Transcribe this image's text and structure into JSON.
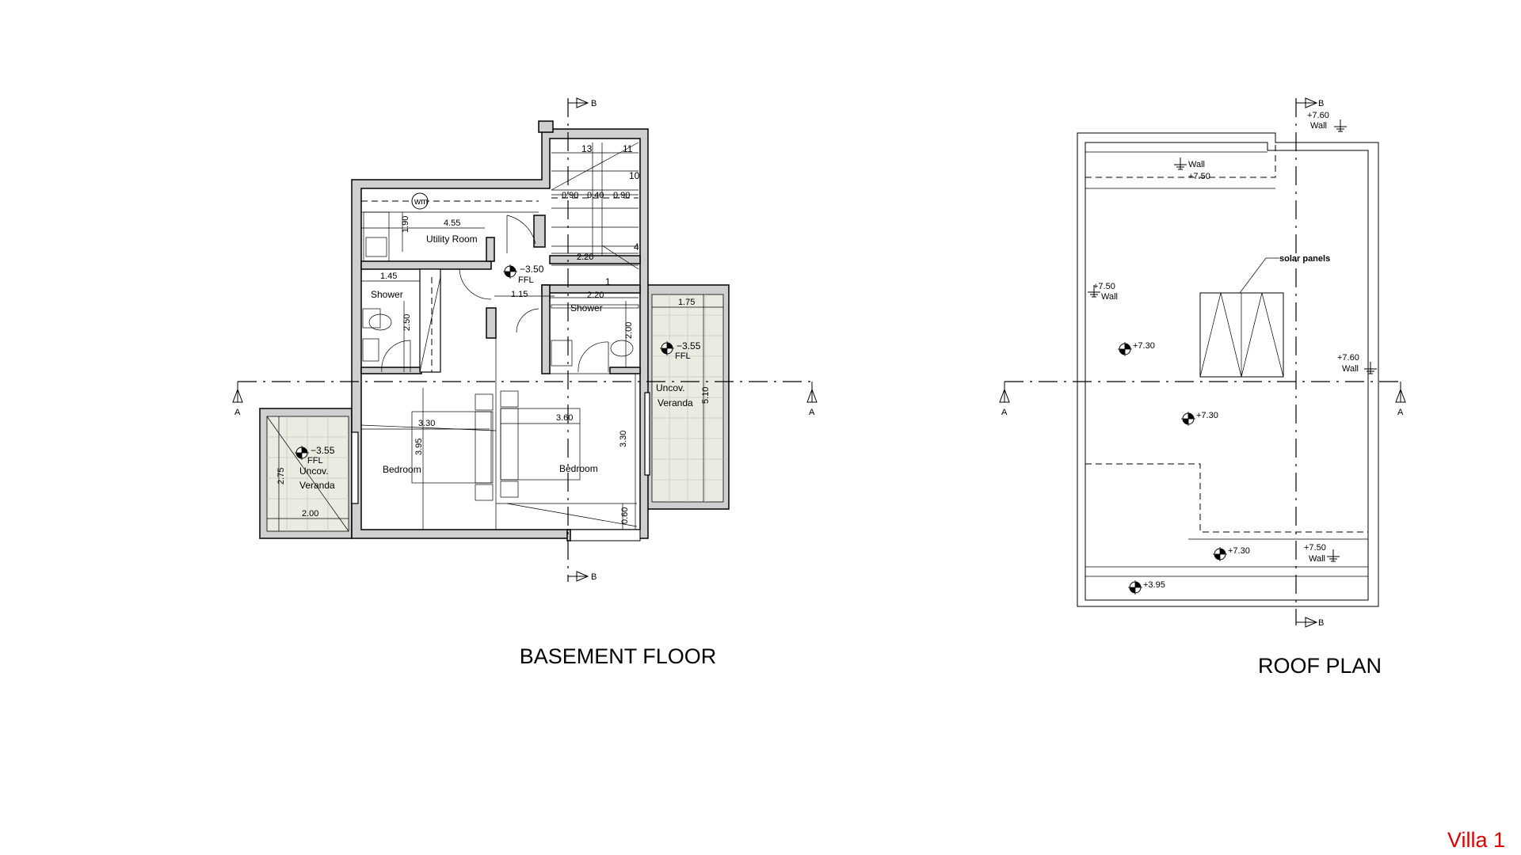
{
  "titles": {
    "basement": "BASEMENT FLOOR",
    "roof": "ROOF PLAN",
    "villa": "Villa 1"
  },
  "section_marks": {
    "a": "A",
    "b": "B"
  },
  "basement": {
    "rooms": {
      "utility": "Utility Room",
      "shower_left": "Shower",
      "shower_right": "Shower",
      "bedroom_left": "Bedroom",
      "bedroom_right": "Bedroom",
      "veranda_left_1": "Uncov.",
      "veranda_left_2": "Veranda",
      "veranda_right_1": "Uncov.",
      "veranda_right_2": "Veranda"
    },
    "wm": "wm",
    "stairs": [
      "13",
      "11",
      "10",
      "4",
      "1"
    ],
    "levels": {
      "center": "−3.50",
      "left": "−3.55",
      "right": "−3.55",
      "ffl": "FFL"
    },
    "dims": {
      "d455": "4.55",
      "d190": "1.90",
      "d090": "0.90",
      "d040": "0.40",
      "d090b": "0.90",
      "d220a": "2.20",
      "d145": "1.45",
      "d115": "1.15",
      "d220b": "2.20",
      "d175": "1.75",
      "d250": "2.50",
      "d200v": "2.00",
      "d510": "5.10",
      "d330a": "3.30",
      "d360": "3.60",
      "d395": "3.95",
      "d330b": "3.30",
      "d275": "2.75",
      "d200": "2.00",
      "d060": "0.60"
    }
  },
  "roof": {
    "solar": "solar panels",
    "levels": {
      "top_760": "+7.60",
      "top_wall": "Wall",
      "wall_a": "Wall",
      "lv_750a": "+7.50",
      "left_750": "+7.50",
      "left_wall": "Wall",
      "lv_730a": "+7.30",
      "right_760": "+7.60",
      "right_wall": "Wall",
      "lv_730b": "+7.30",
      "lv_730c": "+7.30",
      "br_750": "+7.50",
      "br_wall": "Wall",
      "lv_395": "+3.95"
    }
  }
}
